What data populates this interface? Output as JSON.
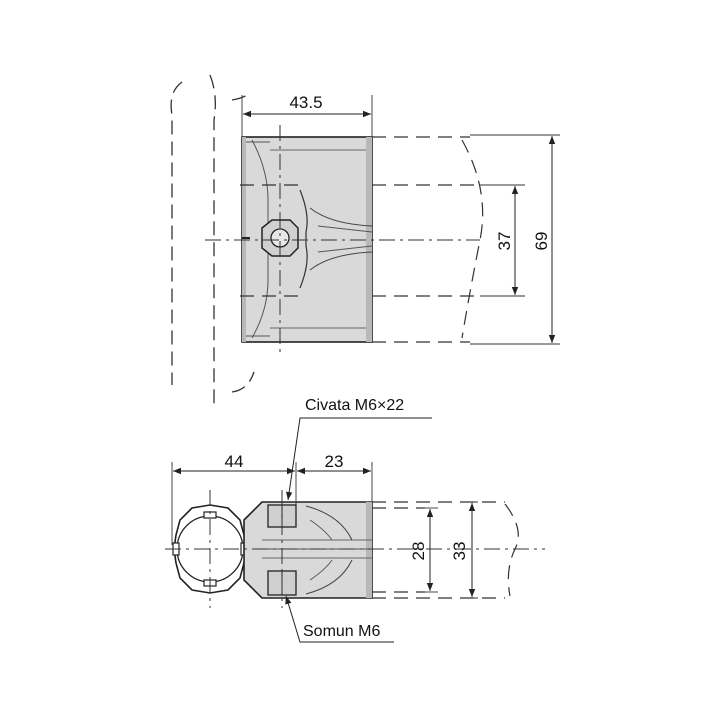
{
  "colors": {
    "background": "#ffffff",
    "line": "#222222",
    "body_fill": "#d9d9d9",
    "body_fill_dark": "#b8b8b8",
    "hidden_line": "#333333"
  },
  "top_view": {
    "dim_width": "43.5",
    "dim_inner_height": "37",
    "dim_outer_height": "69"
  },
  "bottom_view": {
    "dim_left": "44",
    "dim_right": "23",
    "dim_inner_height": "28",
    "dim_outer_height": "33",
    "label_bolt": "Civata M6×22",
    "label_nut": "Somun M6"
  }
}
